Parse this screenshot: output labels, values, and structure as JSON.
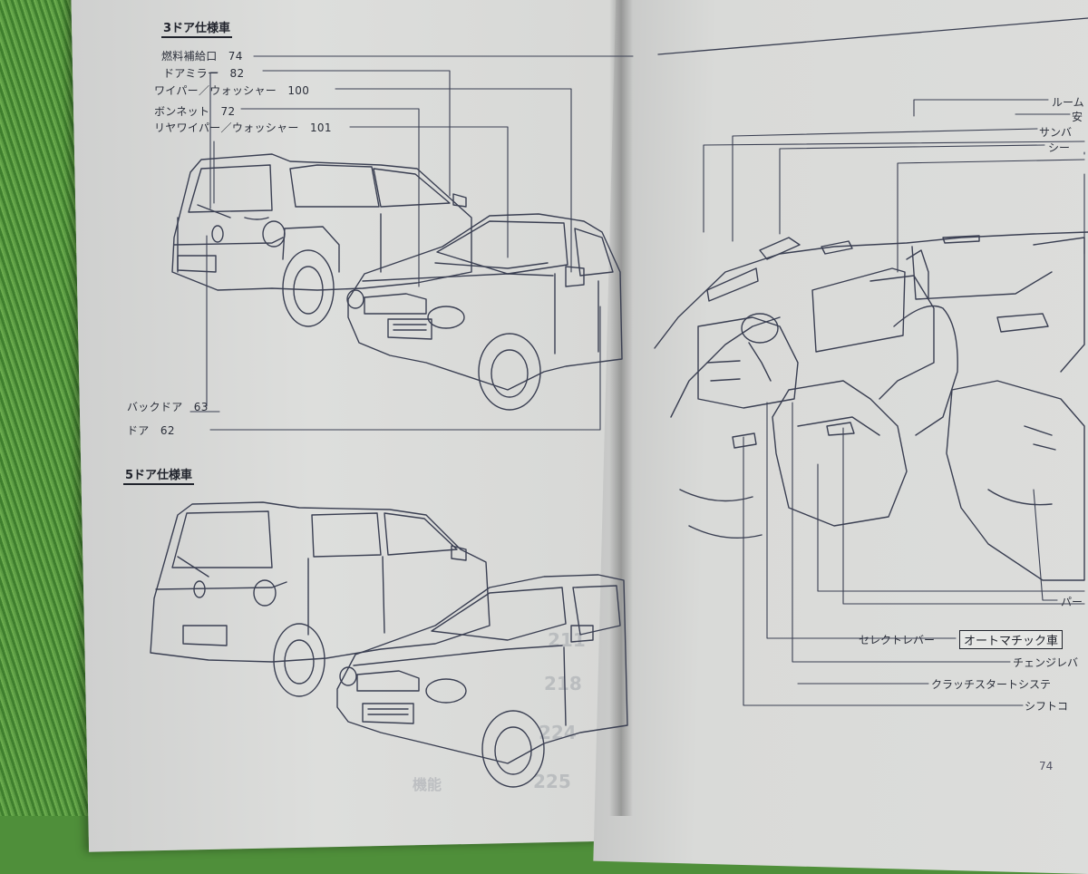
{
  "sections": {
    "three_door": "3ドア仕様車",
    "five_door": "5ドア仕様車"
  },
  "left_labels": [
    "燃料補給口　74",
    "ドアミラー　82",
    "ワイパー／ウォッシャー　100",
    "ボンネット　72",
    "リヤワイパー／ウォッシャー　101",
    "バックドア　63",
    "ドア　62"
  ],
  "right_labels": {
    "room_lamp": "ルーム",
    "safety": "安",
    "sun_visor": "サンバ",
    "seat": "シー",
    "parking": "パー",
    "select_lever": "セレクトレバー",
    "automatic": "オートマチック車",
    "change_lever": "チェンジレバ",
    "clutch_start": "クラッチスタートシステ",
    "shift": "シフトコ"
  },
  "bleed_numbers": [
    "225",
    "224",
    "218",
    "211"
  ],
  "bleed_text": "機能",
  "page_number_right": "74"
}
